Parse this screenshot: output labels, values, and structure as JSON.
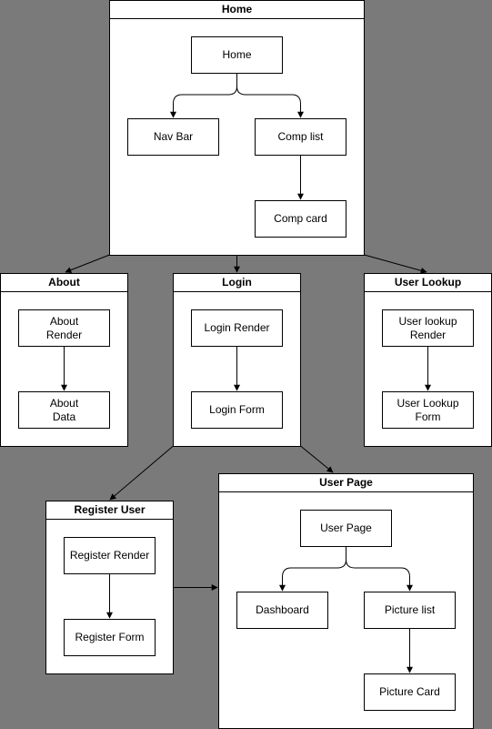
{
  "containers": {
    "home": "Home",
    "about": "About",
    "login": "Login",
    "user_lookup": "User Lookup",
    "register_user": "Register User",
    "user_page": "User Page"
  },
  "nodes": {
    "home": "Home",
    "nav_bar": "Nav Bar",
    "comp_list": "Comp list",
    "comp_card": "Comp card",
    "about_render": "About\nRender",
    "about_data": "About\nData",
    "login_render": "Login Render",
    "login_form": "Login Form",
    "user_lookup_render": "User lookup\nRender",
    "user_lookup_form": "User Lookup\nForm",
    "register_render": "Register Render",
    "register_form": "Register Form",
    "user_page": "User Page",
    "dashboard": "Dashboard",
    "picture_list": "Picture list",
    "picture_card": "Picture Card"
  },
  "colors": {
    "background": "#7a7a7a",
    "box_fill": "#ffffff",
    "stroke": "#000000"
  }
}
